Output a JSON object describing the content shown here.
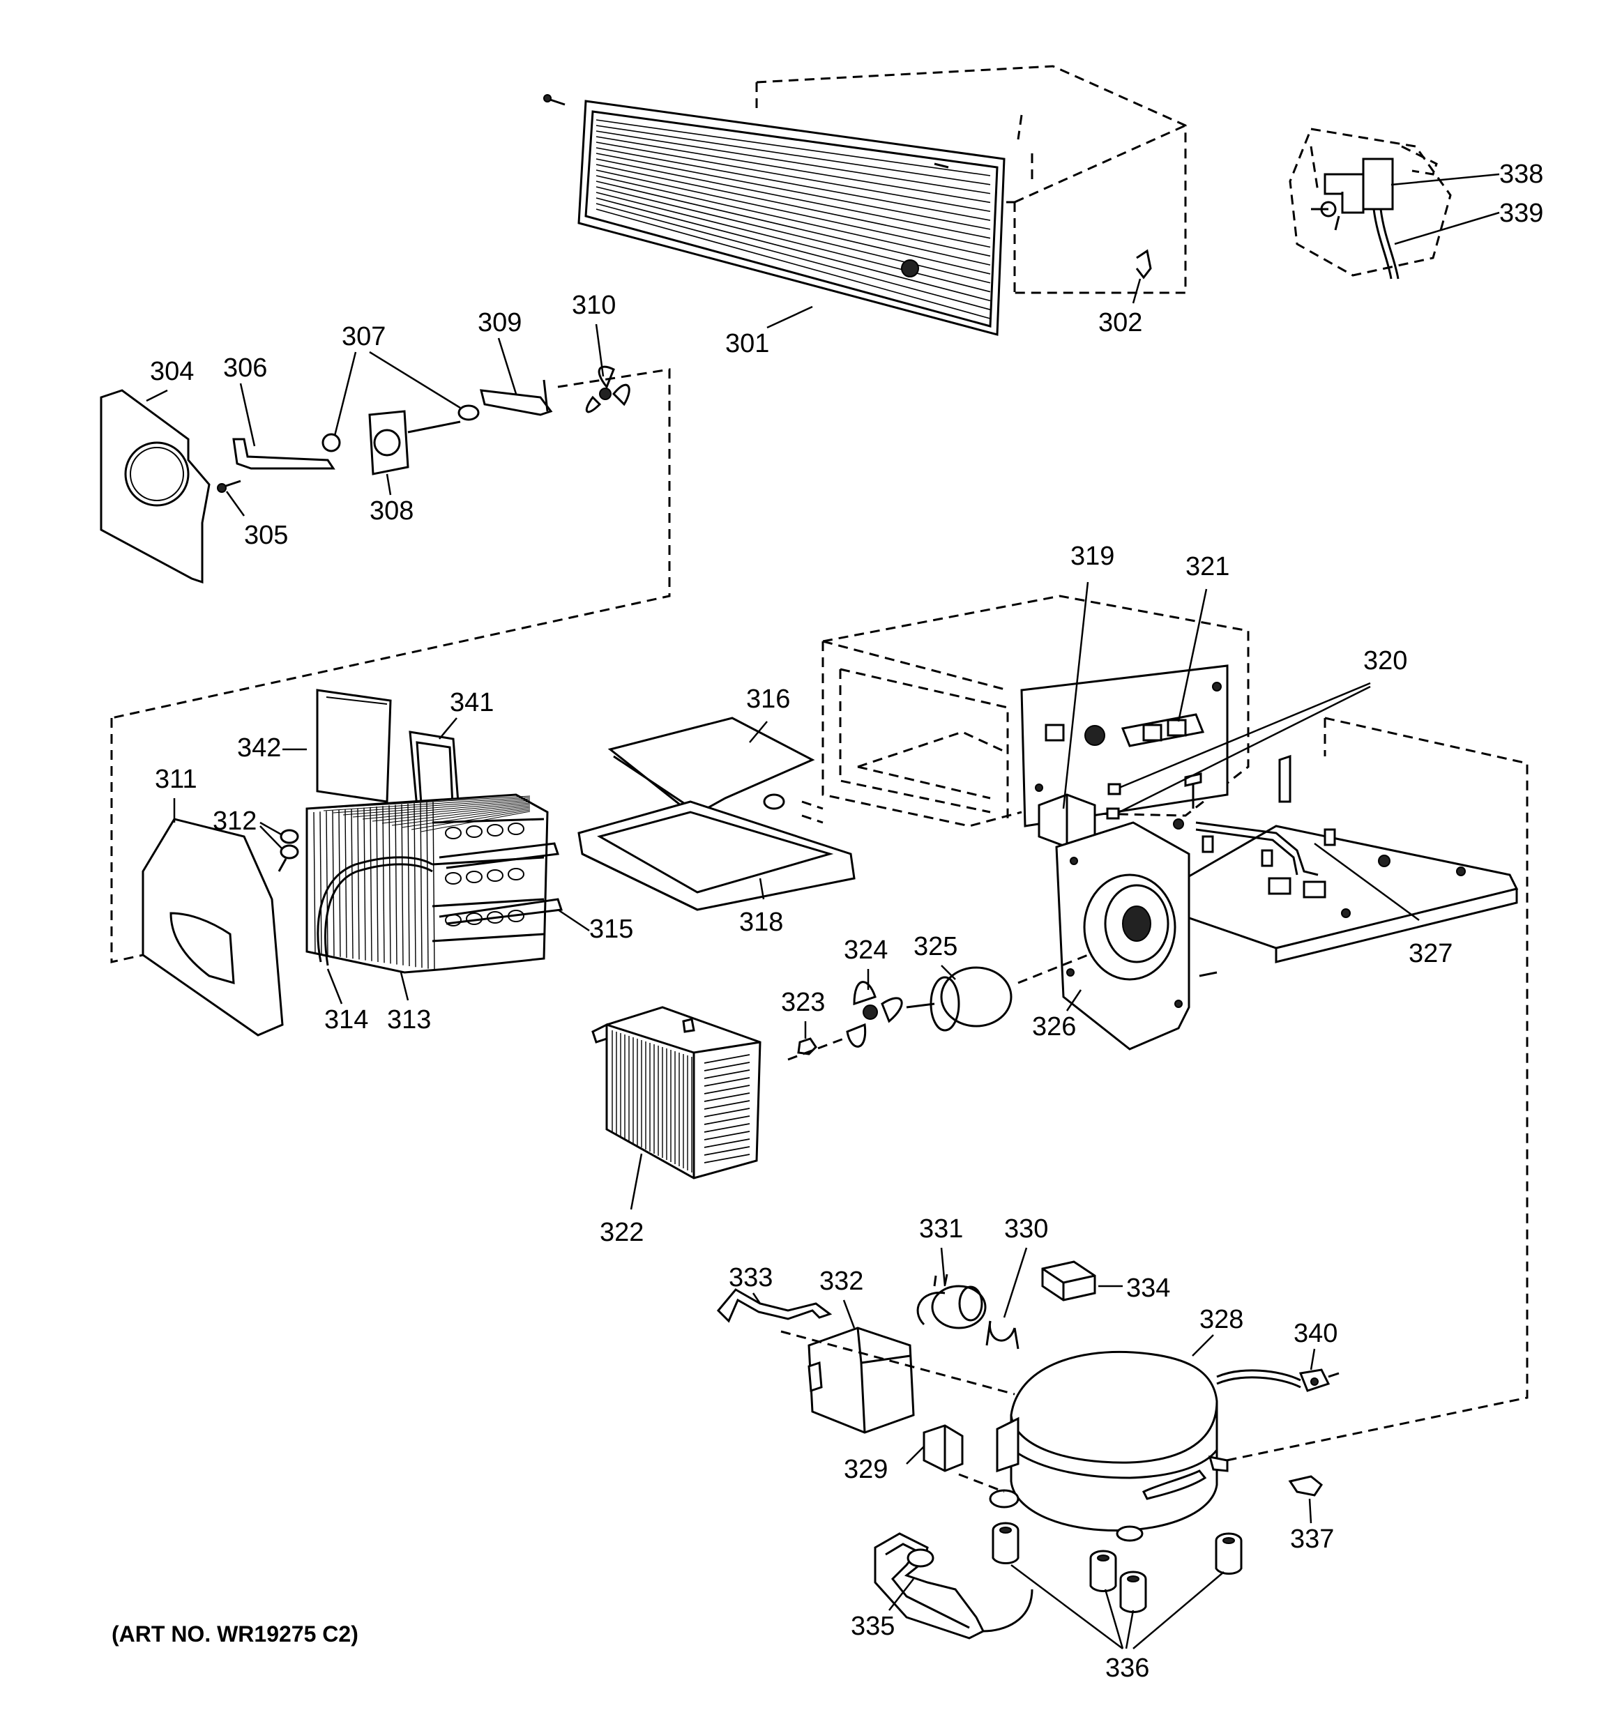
{
  "diagram": {
    "art_number": "(ART NO. WR19275 C2)",
    "labels": {
      "p301": "301",
      "p302": "302",
      "p304": "304",
      "p305": "305",
      "p306": "306",
      "p307": "307",
      "p308": "308",
      "p309": "309",
      "p310": "310",
      "p311": "311",
      "p312": "312",
      "p313": "313",
      "p314": "314",
      "p315": "315",
      "p316": "316",
      "p318": "318",
      "p319": "319",
      "p320": "320",
      "p321": "321",
      "p322": "322",
      "p323": "323",
      "p324": "324",
      "p325": "325",
      "p326": "326",
      "p327": "327",
      "p328": "328",
      "p329": "329",
      "p330": "330",
      "p331": "331",
      "p332": "332",
      "p333": "333",
      "p334": "334",
      "p335": "335",
      "p336": "336",
      "p337": "337",
      "p338": "338",
      "p339": "339",
      "p340": "340",
      "p341": "341",
      "p342": "342"
    }
  }
}
